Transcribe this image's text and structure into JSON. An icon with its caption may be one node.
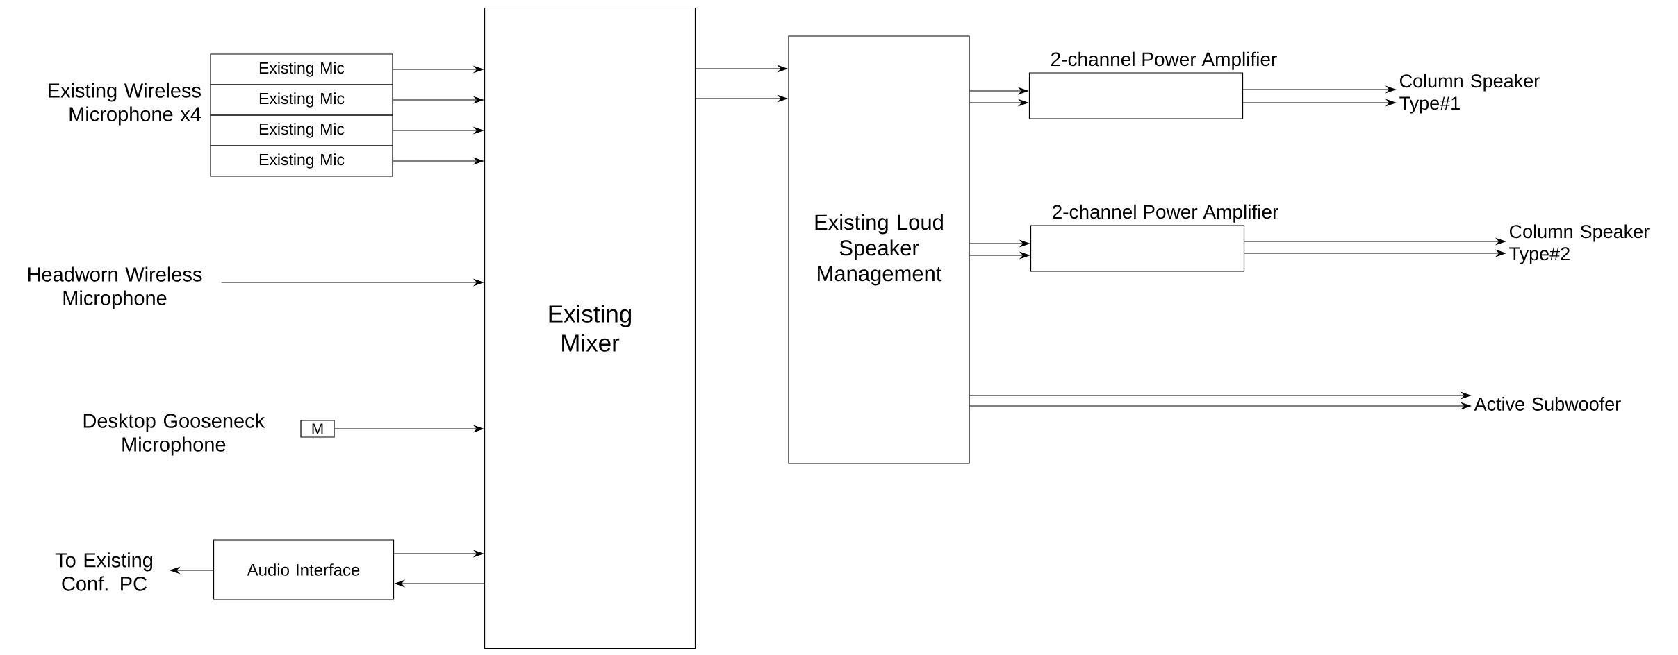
{
  "diagram": {
    "nodes": [
      {
        "text": [
          "Existing Mic"
        ]
      },
      {
        "text": [
          "Existing Mic"
        ]
      },
      {
        "text": [
          "Existing Mic"
        ]
      },
      {
        "text": [
          "Existing Mic"
        ]
      },
      {
        "text": [
          "Headworn Wireless Microphone"
        ]
      },
      {
        "text": [
          "M"
        ],
        "beside": [
          "Desktop Gooseneck Microphone"
        ]
      },
      {
        "text": [
          "Audio Interface"
        ]
      },
      {
        "text": [
          "To Existing Conf. PC"
        ]
      },
      {
        "text": [
          "Existing Mixer"
        ]
      },
      {
        "text": [
          "Existing Loud Speaker Management"
        ]
      },
      {
        "text": [
          "2-channel Power Amplifier"
        ]
      },
      {
        "text": [
          "2-channel Power Amplifier"
        ]
      },
      {
        "text": [
          "Column Speaker Type#1"
        ]
      },
      {
        "text": [
          "Column Speaker Type#2"
        ]
      },
      {
        "text": [
          "Active Subwoofer"
        ]
      }
    ],
    "edges": [
      {
        "from": 0,
        "to": 8,
        "arrow": "to"
      },
      {
        "from": 1,
        "to": 8,
        "arrow": "to"
      },
      {
        "from": 2,
        "to": 8,
        "arrow": "to"
      },
      {
        "from": 3,
        "to": 8,
        "arrow": "to"
      },
      {
        "from": 4,
        "to": 8,
        "arrow": "to"
      },
      {
        "from": 5,
        "to": 8,
        "arrow": "to"
      },
      {
        "from": 6,
        "to": 8,
        "arrow": "to"
      },
      {
        "from": 8,
        "to": 6,
        "arrow": "to"
      },
      {
        "from": 6,
        "to": 7,
        "arrow": "to"
      },
      {
        "from": 8,
        "to": 9,
        "arrow": "to"
      },
      {
        "from": 8,
        "to": 9,
        "arrow": "to"
      },
      {
        "from": 9,
        "to": 10,
        "arrow": "to"
      },
      {
        "from": 9,
        "to": 10,
        "arrow": "to"
      },
      {
        "from": 9,
        "to": 11,
        "arrow": "to"
      },
      {
        "from": 9,
        "to": 11,
        "arrow": "to"
      },
      {
        "from": 10,
        "to": 12,
        "arrow": "to"
      },
      {
        "from": 10,
        "to": 12,
        "arrow": "to"
      },
      {
        "from": 11,
        "to": 13,
        "arrow": "to"
      },
      {
        "from": 11,
        "to": 13,
        "arrow": "to"
      },
      {
        "from": 9,
        "to": 14,
        "arrow": "to"
      },
      {
        "from": 9,
        "to": 14,
        "arrow": "to"
      }
    ],
    "labels": [
      "Existing Wireless Microphone x4"
    ]
  }
}
